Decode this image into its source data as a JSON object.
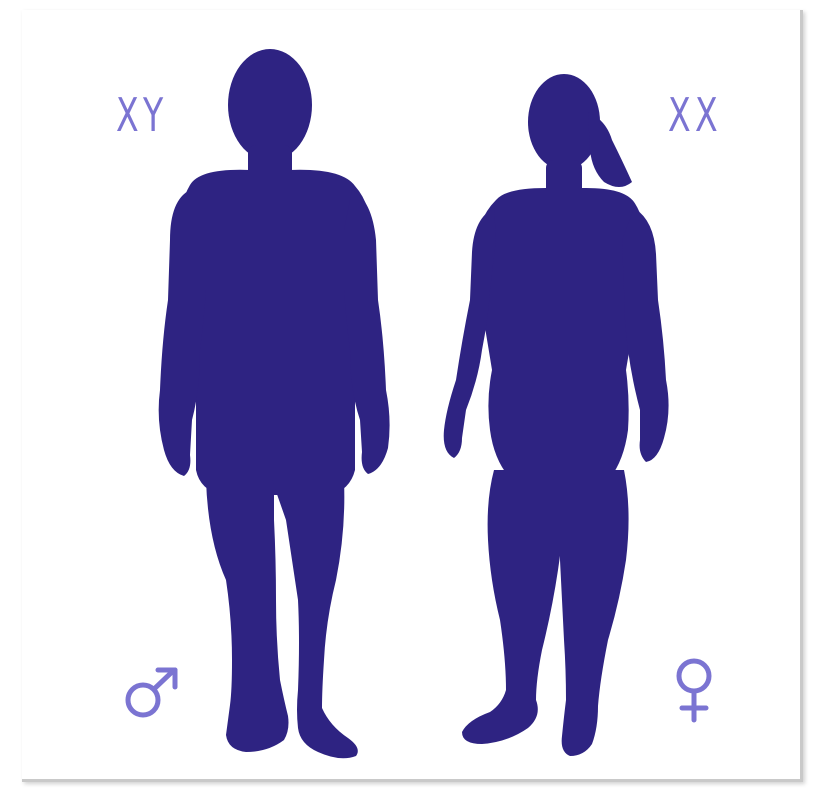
{
  "labels": {
    "male_chromosomes": "XY",
    "female_chromosomes": "XX"
  },
  "symbols": {
    "male": "male-symbol",
    "female": "female-symbol"
  },
  "colors": {
    "silhouette": "#2e2382",
    "label": "#7b74d2",
    "background": "#ffffff"
  }
}
